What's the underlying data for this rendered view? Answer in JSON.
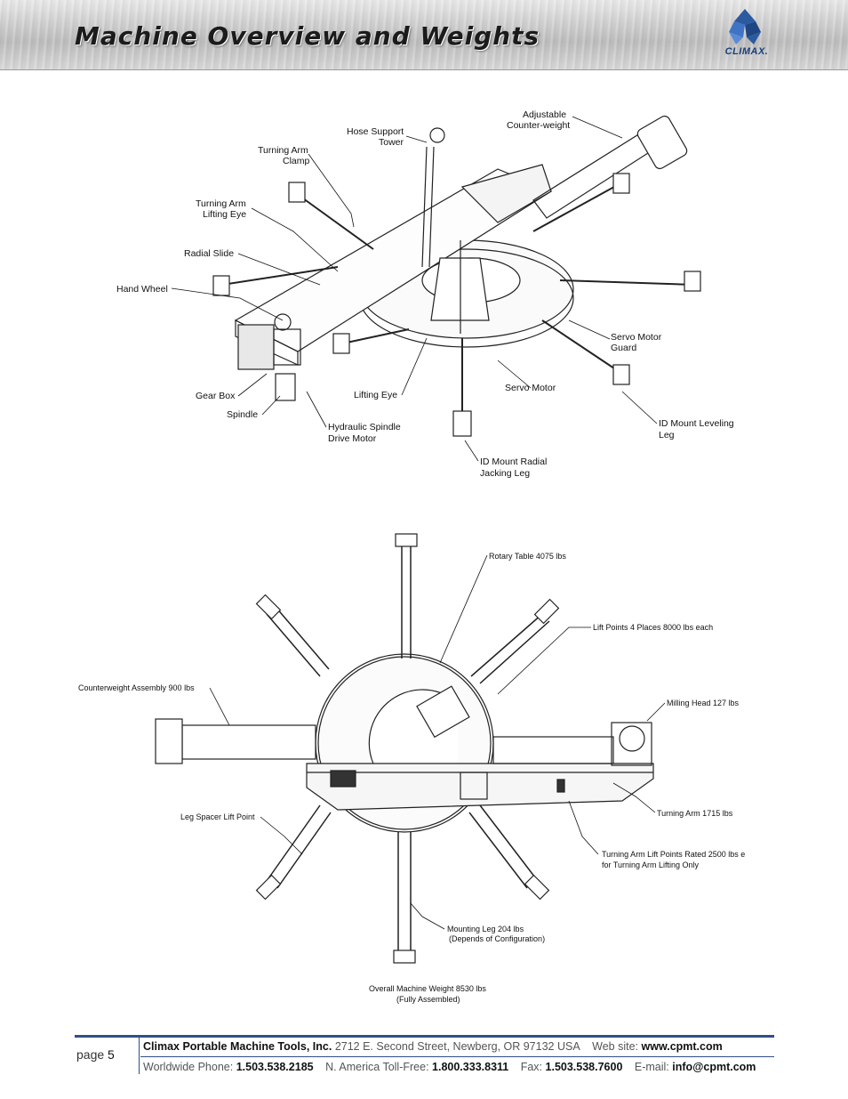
{
  "header": {
    "title": "Machine Overview and Weights",
    "logo_text": "CLIMAX."
  },
  "diagram1": {
    "labels": {
      "adjustable_1": "Adjustable",
      "adjustable_2": "Counter-weight",
      "hose_1": "Hose Support",
      "hose_2": "Tower",
      "clamp_1": "Turning Arm",
      "clamp_2": "Clamp",
      "lift_eye_1": "Turning Arm",
      "lift_eye_2": "Lifting Eye",
      "radial_slide": "Radial Slide",
      "hand_wheel": "Hand Wheel",
      "servo_guard_1": "Servo Motor",
      "servo_guard_2": "Guard",
      "servo_motor": "Servo Motor",
      "lifting_eye": "Lifting Eye",
      "gear_box": "Gear Box",
      "spindle": "Spindle",
      "hyd_1": "Hydraulic Spindle",
      "hyd_2": "Drive Motor",
      "leveling_1": "ID Mount Leveling",
      "leveling_2": "Leg",
      "jacking_1": "ID Mount Radial",
      "jacking_2": "Jacking Leg"
    }
  },
  "diagram2": {
    "labels": {
      "rotary": "Rotary Table 4075 lbs",
      "lift_points": "Lift Points 4 Places 8000 lbs each",
      "counterweight": "Counterweight Assembly 900 lbs",
      "milling": "Milling Head 127 lbs",
      "leg_spacer": "Leg Spacer Lift Point",
      "turning_arm": "Turning Arm 1715 lbs",
      "arm_lift_1": "Turning Arm Lift Points Rated 2500 lbs e",
      "arm_lift_2": "for Turning Arm Lifting Only",
      "mounting_1": "Mounting Leg 204 lbs",
      "mounting_2": "(Depends of Configuration)",
      "overall_1": "Overall Machine Weight 8530 lbs",
      "overall_2": "(Fully Assembled)"
    }
  },
  "footer": {
    "page_label": "page",
    "page_number": "5",
    "company": "Climax Portable Machine Tools, Inc.",
    "address": "2712 E. Second Street, Newberg, OR 97132 USA",
    "web_label": "Web site:",
    "web": "www.cpmt.com",
    "phone_label": "Worldwide Phone:",
    "phone": "1.503.538.2185",
    "tollfree_label": "N. America Toll-Free:",
    "tollfree": "1.800.333.8311",
    "fax_label": "Fax:",
    "fax": "1.503.538.7600",
    "email_label": "E-mail:",
    "email": "info@cpmt.com"
  }
}
